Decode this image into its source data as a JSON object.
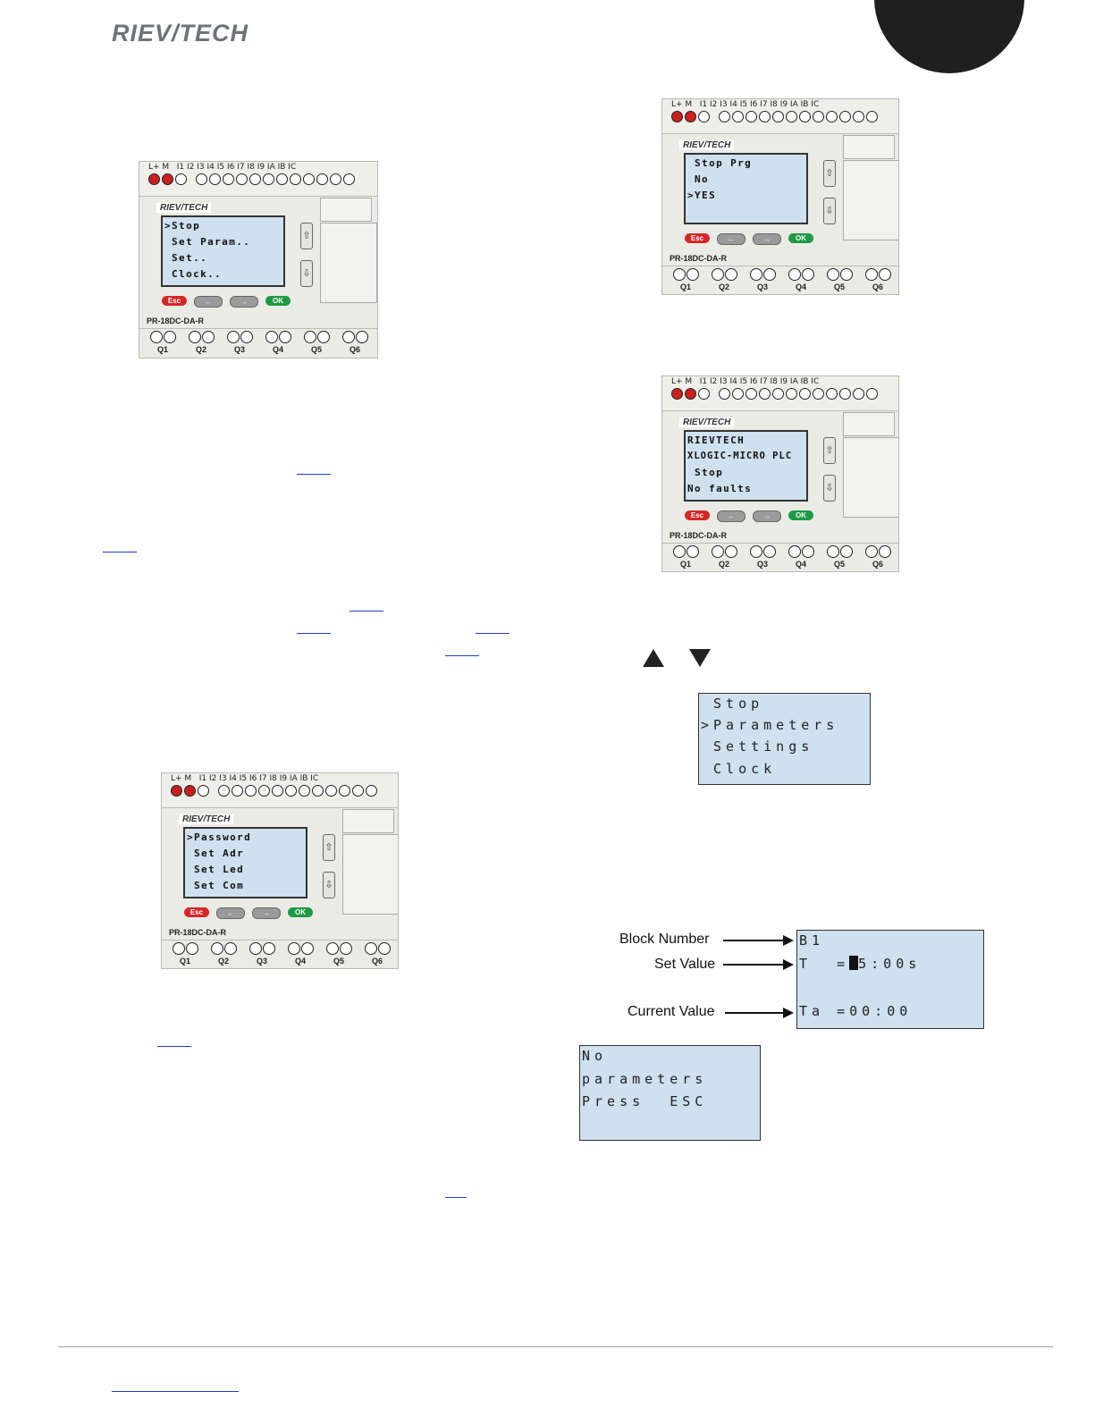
{
  "header": {
    "logo_text": "RIEV/TECH"
  },
  "plc_common": {
    "input_labels": "L+ M   I1 I2 I3 I4 I5 I6 I7 I8 I9 IA IB IC",
    "brand": "RIEV/TECH",
    "model": "PR-18DC-DA-R",
    "keys": [
      "Esc",
      "←",
      "→",
      "OK"
    ],
    "outputs": [
      "Q1",
      "Q2",
      "Q3",
      "Q4",
      "Q5",
      "Q6"
    ],
    "up_arrow": "⇧",
    "down_arrow": "⇩"
  },
  "plc_main_menu": {
    "lines": [
      ">Stop",
      " Set Param..",
      " Set..",
      " Clock.."
    ]
  },
  "plc_stop_prg": {
    "lines": [
      " Stop Prg",
      " No",
      ">YES",
      ""
    ]
  },
  "plc_status": {
    "lines": [
      "RIEVTECH",
      "XLOGIC-MICRO PLC",
      " Stop",
      "No faults"
    ]
  },
  "plc_settings": {
    "lines": [
      ">Password",
      " Set Adr",
      " Set Led",
      " Set Com"
    ]
  },
  "menu_screen": {
    "lines": [
      " Stop",
      ">Parameters",
      " Settings",
      " Clock"
    ]
  },
  "block_screen": {
    "line1": "B1",
    "line2_prefix": "T  =",
    "line2_suffix": "5:00s",
    "line3": "Ta =00:00",
    "callouts": [
      "Block Number",
      "Set Value",
      "Current Value"
    ]
  },
  "no_params_screen": {
    "lines": [
      "No",
      "parameters",
      "Press  ESC"
    ]
  },
  "nav_icons": [
    "up-triangle",
    "down-triangle"
  ]
}
